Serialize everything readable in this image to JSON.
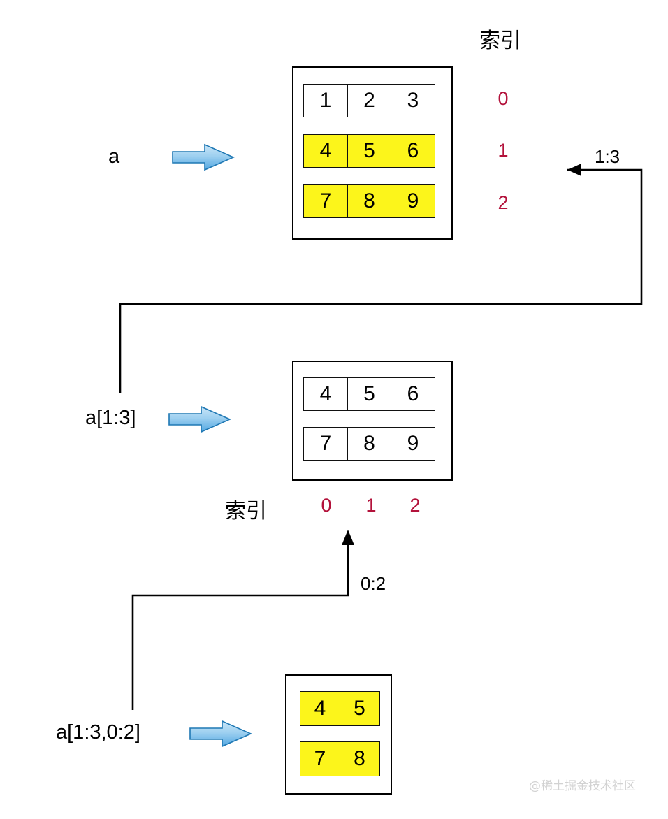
{
  "diagram": {
    "title_watermark": "@稀土掘金技术社区",
    "index_word": "索引",
    "variables": {
      "original": "a",
      "row_slice": "a[1:3]",
      "row_col_slice": "a[1:3,0:2]"
    },
    "slice_labels": {
      "rows": "1:3",
      "cols": "0:2"
    },
    "matrix_a": {
      "name": "a",
      "rows": [
        {
          "cells": [
            {
              "v": "1",
              "hl": false
            },
            {
              "v": "2",
              "hl": false
            },
            {
              "v": "3",
              "hl": false
            }
          ]
        },
        {
          "cells": [
            {
              "v": "4",
              "hl": true
            },
            {
              "v": "5",
              "hl": true
            },
            {
              "v": "6",
              "hl": true
            }
          ]
        },
        {
          "cells": [
            {
              "v": "7",
              "hl": true
            },
            {
              "v": "8",
              "hl": true
            },
            {
              "v": "9",
              "hl": true
            }
          ]
        }
      ],
      "row_indices": [
        "0",
        "1",
        "2"
      ]
    },
    "matrix_b": {
      "name": "a[1:3]",
      "rows": [
        {
          "cells": [
            {
              "v": "4",
              "hl": false
            },
            {
              "v": "5",
              "hl": false
            },
            {
              "v": "6",
              "hl": false
            }
          ]
        },
        {
          "cells": [
            {
              "v": "7",
              "hl": false
            },
            {
              "v": "8",
              "hl": false
            },
            {
              "v": "9",
              "hl": false
            }
          ]
        }
      ],
      "col_indices": [
        "0",
        "1",
        "2"
      ]
    },
    "matrix_c": {
      "name": "a[1:3,0:2]",
      "rows": [
        {
          "cells": [
            {
              "v": "4",
              "hl": true
            },
            {
              "v": "5",
              "hl": true
            }
          ]
        },
        {
          "cells": [
            {
              "v": "7",
              "hl": true
            },
            {
              "v": "8",
              "hl": true
            }
          ]
        }
      ]
    },
    "colors": {
      "highlight": "#fcf51b",
      "index_text": "#b3123b",
      "arrow_fill_light": "#bfe0f5",
      "arrow_fill_dark": "#4da2dd",
      "arrow_stroke": "#1f78b4",
      "line": "#000000",
      "watermark": "#d2d2d2"
    },
    "icons": {
      "block_arrow": "right-block-arrow-icon",
      "connector_left": "left-arrowhead-icon",
      "connector_up": "up-arrowhead-icon"
    }
  }
}
